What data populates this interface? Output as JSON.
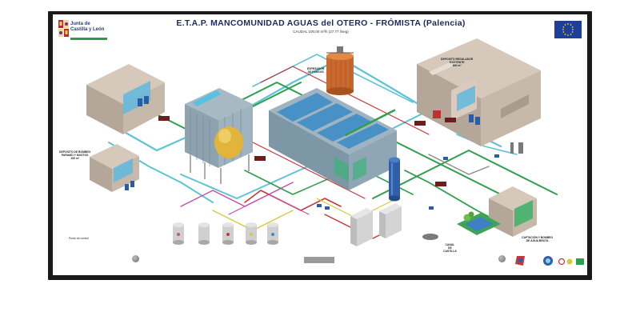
{
  "header": {
    "logo_text": "Junta de\nCastilla y León",
    "title": "E.T.A.P. MANCOMUNIDAD AGUAS del OTERO - FRÓMISTA (Palencia)",
    "subtitle": "CAUDAL 100,00 m³/h (27,77 l/seg)"
  },
  "labels": {
    "espesador": "ESPESADOR\nDE FANGOS",
    "deposito_regulador": "DEPOSITO REGULADOR\nEXISTENTE\n800 m³",
    "deposito_bombeo": "DEPOSITO DE BOMBEO\nPARAMO Y MOSTOS\n190 m³",
    "canal": "CANAL\nDE\nCASTILLA",
    "captacion": "CAPTACIÓN Y BOMBEO\nDE AGUA BRUTA",
    "punto_control": "Punto de control"
  },
  "colors": {
    "pipe_cyan": "#5fc3d6",
    "pipe_green": "#2e9f4c",
    "pipe_red": "#c0393a",
    "pipe_magenta": "#c24fa2",
    "pipe_yellow": "#d8c93c",
    "building": "#c7b9aa",
    "building_dark": "#9f9285",
    "filter_blue": "#3a8cc9",
    "tank_orange": "#c9692f"
  }
}
